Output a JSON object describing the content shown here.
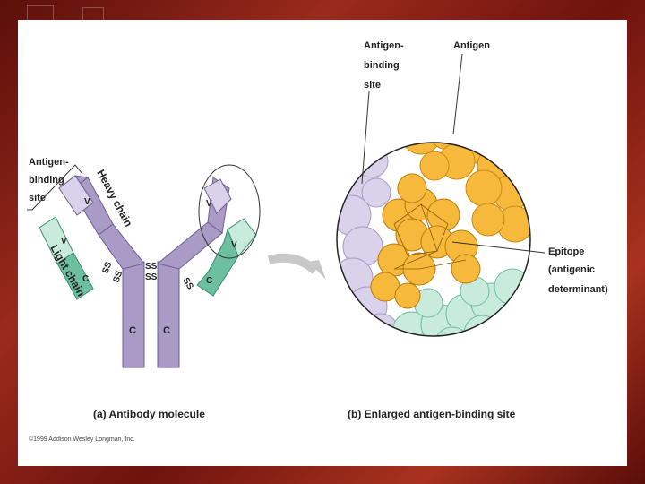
{
  "figure": {
    "panel_a": {
      "caption": "(a) Antibody molecule",
      "antigen_binding_site": [
        "Antigen-",
        "binding",
        "site"
      ],
      "heavy_chain": "Heavy chain",
      "light_chain": "Light chain",
      "variable": "V",
      "constant": "C",
      "disulfide": "SS"
    },
    "panel_b": {
      "caption": "(b) Enlarged antigen-binding site",
      "antigen_binding_site": [
        "Antigen-",
        "binding",
        "site"
      ],
      "antigen": "Antigen",
      "epitope": [
        "Epitope",
        "(antigenic",
        "determinant)"
      ]
    },
    "copyright": "©1999 Addison Wesley Longman, Inc."
  },
  "colors": {
    "heavy_chain": "#a99ac6",
    "heavy_chain_light": "#d9d2ea",
    "light_chain": "#6cbf9f",
    "light_chain_light": "#c8ebdc",
    "antigen": "#f6b93b",
    "frame": "#7a1a12"
  }
}
